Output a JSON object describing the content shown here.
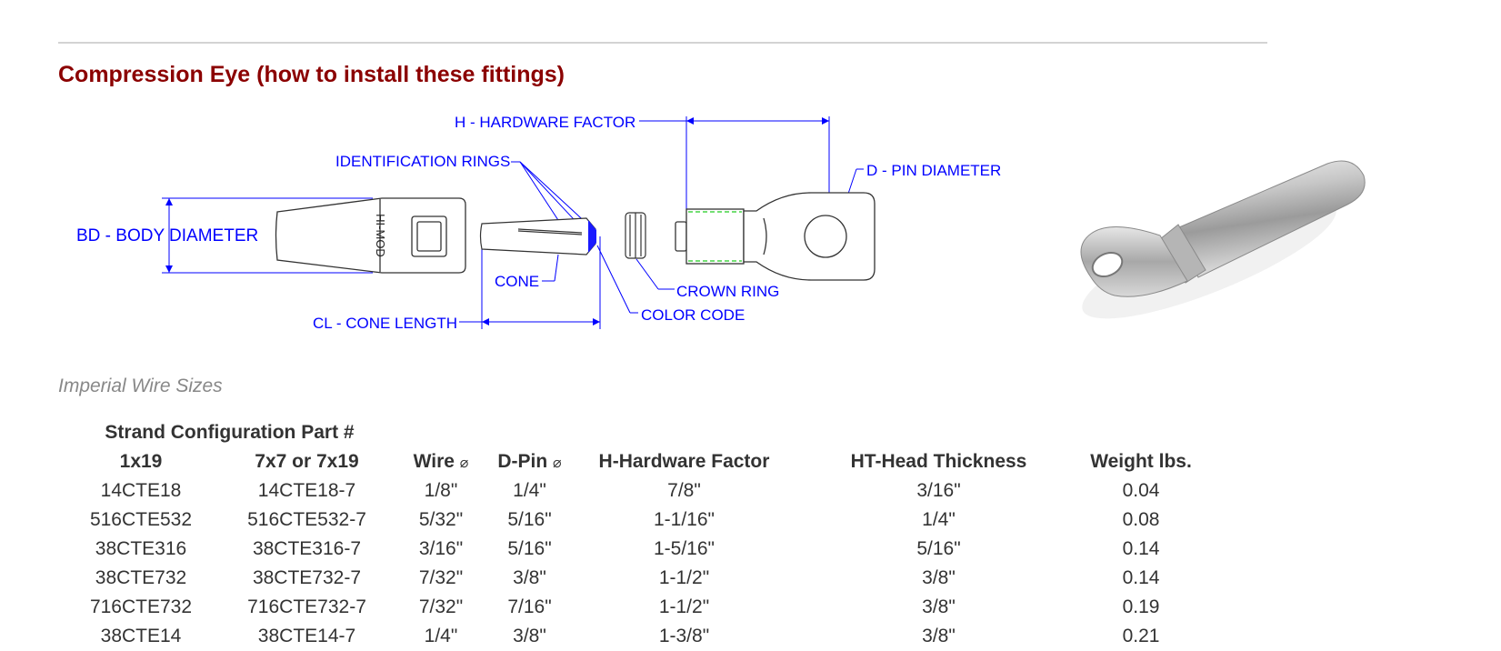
{
  "section": {
    "title": "Compression Eye (how to install these fittings)"
  },
  "diagram": {
    "labels": {
      "hardware_factor": "H - HARDWARE FACTOR",
      "identification_rings": "IDENTIFICATION RINGS",
      "pin_diameter": "D - PIN DIAMETER",
      "body_diameter": "BD - BODY DIAMETER",
      "cone": "CONE",
      "crown_ring": "CROWN RING",
      "color_code": "COLOR CODE",
      "cone_length": "CL - CONE LENGTH"
    },
    "body_marking": "HI-MOD",
    "line_color": "#0000ff"
  },
  "subtitle": "Imperial Wire Sizes",
  "table": {
    "group_header": "Strand Configuration Part #",
    "columns": [
      "1x19",
      "7x7 or 7x19",
      "Wire",
      "D-Pin",
      "H-Hardware Factor",
      "HT-Head Thickness",
      "Weight lbs."
    ],
    "diameter_symbol": "⌀",
    "rows": [
      [
        "14CTE18",
        "14CTE18-7",
        "1/8\"",
        "1/4\"",
        "7/8\"",
        "3/16\"",
        "0.04"
      ],
      [
        "516CTE532",
        "516CTE532-7",
        "5/32\"",
        "5/16\"",
        "1-1/16\"",
        "1/4\"",
        "0.08"
      ],
      [
        "38CTE316",
        "38CTE316-7",
        "3/16\"",
        "5/16\"",
        "1-5/16\"",
        "5/16\"",
        "0.14"
      ],
      [
        "38CTE732",
        "38CTE732-7",
        "7/32\"",
        "3/8\"",
        "1-1/2\"",
        "3/8\"",
        "0.14"
      ],
      [
        "716CTE732",
        "716CTE732-7",
        "7/32\"",
        "7/16\"",
        "1-1/2\"",
        "3/8\"",
        "0.19"
      ],
      [
        "38CTE14",
        "38CTE14-7",
        "1/4\"",
        "3/8\"",
        "1-3/8\"",
        "3/8\"",
        "0.21"
      ]
    ]
  }
}
